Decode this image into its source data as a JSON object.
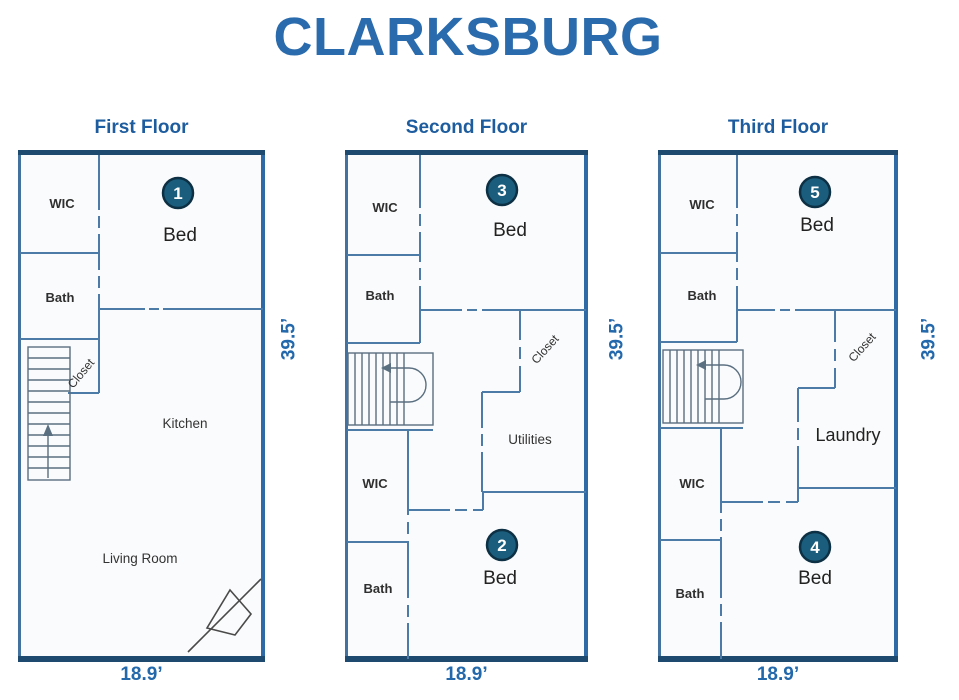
{
  "title": "CLARKSBURG",
  "colors": {
    "title_blue": "#2a6bad",
    "header_blue": "#1d5c9e",
    "dimension_blue": "#2268ab",
    "wall_blue": "#4d7ba8",
    "badge_teal": "#1a5d7c"
  },
  "floors": [
    {
      "name": "First Floor",
      "width_label": "18.9’",
      "height_label": "39.5’",
      "rooms": {
        "wic": "WIC",
        "bath": "Bath",
        "closet": "Closet",
        "kitchen": "Kitchen",
        "living_room": "Living Room",
        "bed": "Bed"
      },
      "beds": [
        {
          "number": "1",
          "label": "Bed"
        }
      ]
    },
    {
      "name": "Second Floor",
      "width_label": "18.9’",
      "height_label": "39.5’",
      "rooms": {
        "wic_upper": "WIC",
        "bath_upper": "Bath",
        "closet": "Closet",
        "utilities": "Utilities",
        "wic_lower": "WIC",
        "bath_lower": "Bath"
      },
      "beds": [
        {
          "number": "3",
          "label": "Bed"
        },
        {
          "number": "2",
          "label": "Bed"
        }
      ]
    },
    {
      "name": "Third Floor",
      "width_label": "18.9’",
      "height_label": "39.5’",
      "rooms": {
        "wic_upper": "WIC",
        "bath_upper": "Bath",
        "closet": "Closet",
        "laundry": "Laundry",
        "wic_lower": "WIC",
        "bath_lower": "Bath"
      },
      "beds": [
        {
          "number": "5",
          "label": "Bed"
        },
        {
          "number": "4",
          "label": "Bed"
        }
      ]
    }
  ]
}
